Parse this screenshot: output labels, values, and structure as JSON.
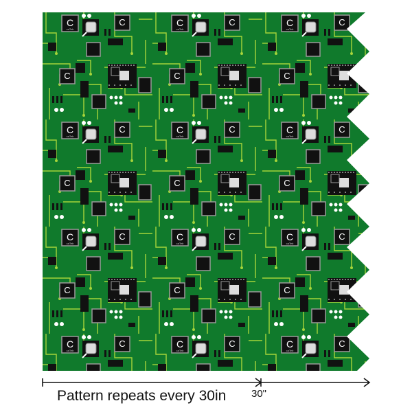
{
  "fabric": {
    "pattern": "circuit-board",
    "colors": {
      "board": "#107a2c",
      "trace": "#a6d43a",
      "chip": "#111111",
      "chip_border": "#9a9a9a",
      "pad": "#ffffff"
    },
    "chip_logo": "C",
    "chip_brand": "caTeb"
  },
  "measurement": {
    "caption": "Pattern repeats every 30in",
    "repeat_label": "30\""
  }
}
